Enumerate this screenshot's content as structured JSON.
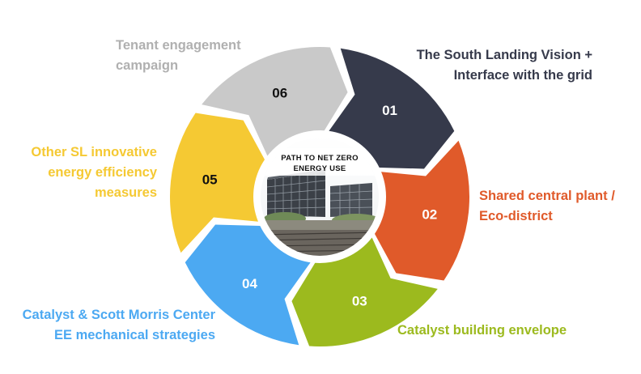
{
  "center": {
    "title_line1": "PATH TO NET ZERO",
    "title_line2": "ENERGY USE"
  },
  "segments": [
    {
      "id": "01",
      "number": "01",
      "color": "#363a4b",
      "number_color": "#ffffff",
      "label": [
        "The South Landing Vision +",
        "Interface with the grid"
      ],
      "label_color": "#363a4b"
    },
    {
      "id": "02",
      "number": "02",
      "color": "#e05a2a",
      "number_color": "#ffffff",
      "label": [
        "Shared central plant /",
        "Eco-district"
      ],
      "label_color": "#e05a2a"
    },
    {
      "id": "03",
      "number": "03",
      "color": "#9cba1e",
      "number_color": "#ffffff",
      "label": [
        "Catalyst building envelope"
      ],
      "label_color": "#9cba1e"
    },
    {
      "id": "04",
      "number": "04",
      "color": "#4ca9f2",
      "number_color": "#ffffff",
      "label": [
        "Catalyst & Scott Morris Center",
        "EE mechanical strategies"
      ],
      "label_color": "#4ca9f2"
    },
    {
      "id": "05",
      "number": "05",
      "color": "#f5c933",
      "number_color": "#111111",
      "label": [
        "Other SL innovative",
        "energy efficiency",
        "measures"
      ],
      "label_color": "#f5c933"
    },
    {
      "id": "06",
      "number": "06",
      "color": "#c9c9c9",
      "number_color": "#111111",
      "label": [
        "Tenant engagement",
        "campaign"
      ],
      "label_color": "#b0b0b0"
    }
  ]
}
